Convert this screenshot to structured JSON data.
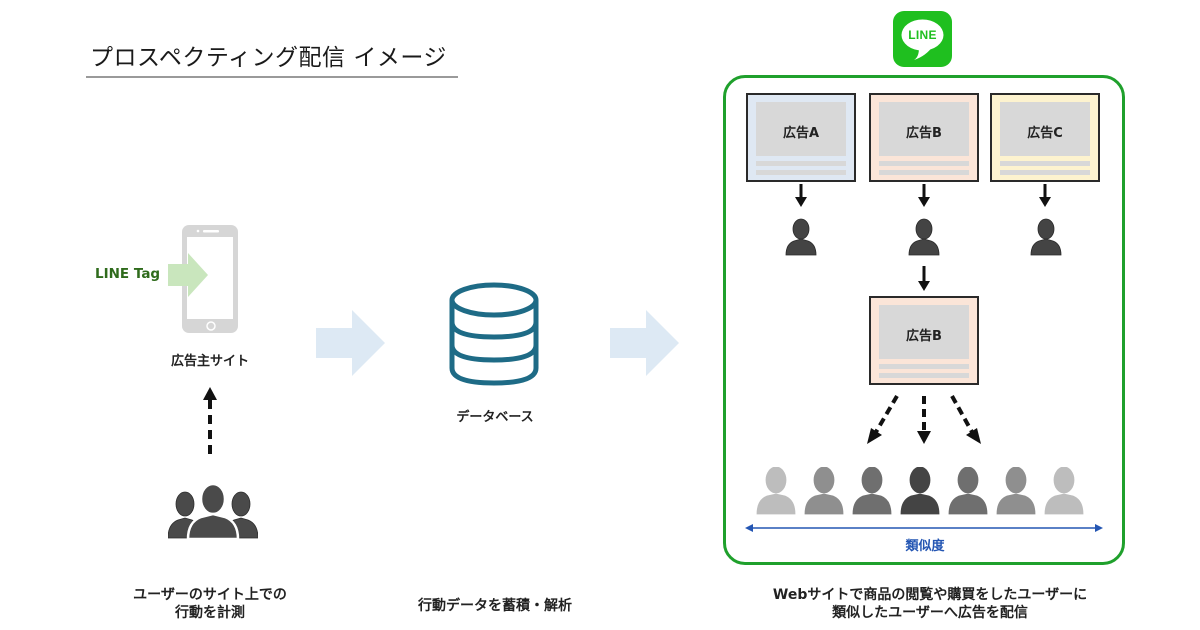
{
  "title": "プロスペクティング配信 イメージ",
  "left_section": {
    "line_tag_label": "LINE Tag",
    "site_label": "広告主サイト",
    "caption_line1": "ユーザーのサイト上での",
    "caption_line2": "行動を計測"
  },
  "middle_section": {
    "db_label": "データベース",
    "caption": "行動データを蓄積・解析"
  },
  "right_section": {
    "logo_text": "LINE",
    "ads": [
      {
        "label": "広告A",
        "color": "#dfe8f3"
      },
      {
        "label": "広告B",
        "color": "#fbe5d8"
      },
      {
        "label": "広告C",
        "color": "#fdf3cf"
      }
    ],
    "selected_ad_label": "広告B",
    "similar_users_shades": [
      "#bdbdbd",
      "#8f8f8f",
      "#6f6f6f",
      "#444444",
      "#6f6f6f",
      "#8f8f8f",
      "#bdbdbd"
    ],
    "similarity_label": "類似度",
    "caption_line1": "Webサイトで商品の閲覧や購買をしたユーザーに",
    "caption_line2": "類似したユーザーへ広告を配信"
  },
  "colors": {
    "line_green": "#1fbf1f",
    "frame_green": "#1fa02c",
    "db_teal": "#1e6b86",
    "flow_arrow": "#dde9f4",
    "tag_arrow": "#c9e6bd",
    "similarity_blue": "#2456b3"
  }
}
